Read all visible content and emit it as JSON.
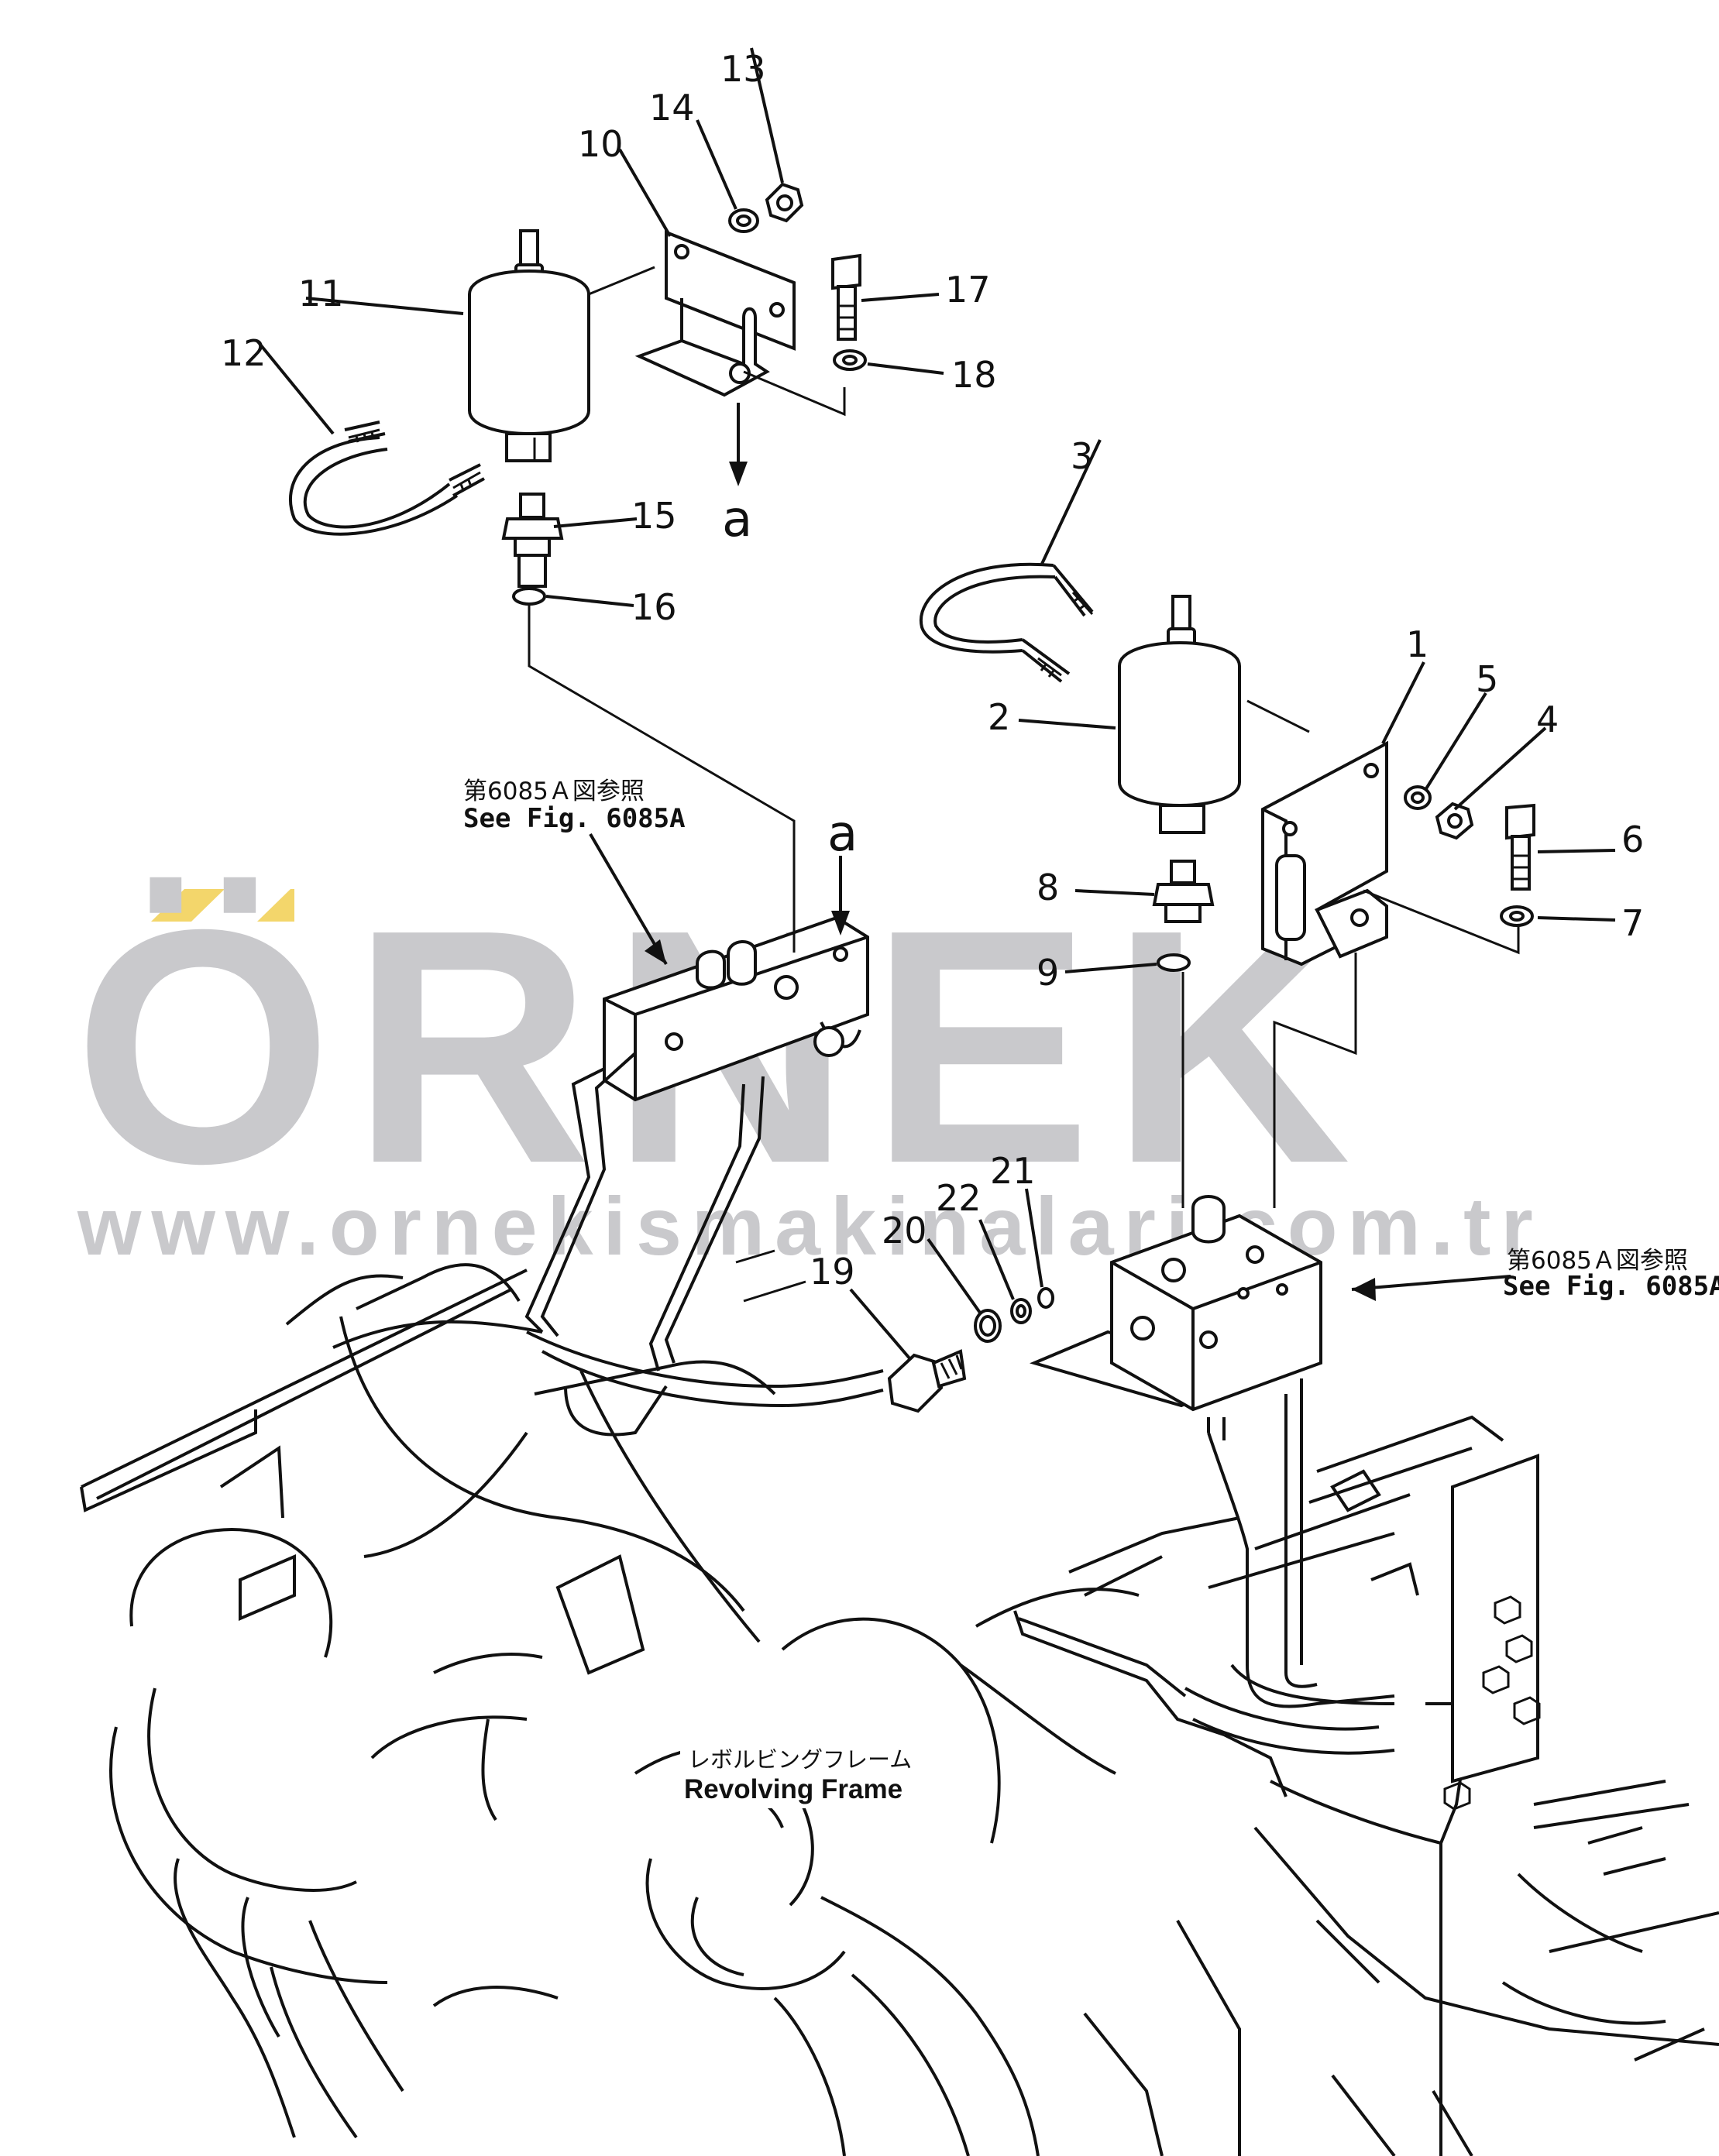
{
  "watermark": {
    "brand": "ÖRNEK",
    "url": "www.ornekismakinalari.com.tr",
    "accent_color": "#f3d66b",
    "text_color": "#c9c9cc"
  },
  "parts": [
    {
      "no": "1"
    },
    {
      "no": "2"
    },
    {
      "no": "3"
    },
    {
      "no": "4"
    },
    {
      "no": "5"
    },
    {
      "no": "6"
    },
    {
      "no": "7"
    },
    {
      "no": "8"
    },
    {
      "no": "9"
    },
    {
      "no": "10"
    },
    {
      "no": "11"
    },
    {
      "no": "12"
    },
    {
      "no": "13"
    },
    {
      "no": "14"
    },
    {
      "no": "15"
    },
    {
      "no": "16"
    },
    {
      "no": "17"
    },
    {
      "no": "18"
    },
    {
      "no": "19"
    },
    {
      "no": "20"
    },
    {
      "no": "21"
    },
    {
      "no": "22"
    }
  ],
  "detail_marks": [
    "a",
    "a"
  ],
  "references": [
    {
      "jp": "第6085Ａ図参照",
      "en": "See  Fig.  6085A"
    },
    {
      "jp": "第6085Ａ図参照",
      "en": "See  Fig.  6085A"
    }
  ],
  "frame_label": {
    "jp": "レボルビングフレーム",
    "en": "Revolving  Frame"
  }
}
